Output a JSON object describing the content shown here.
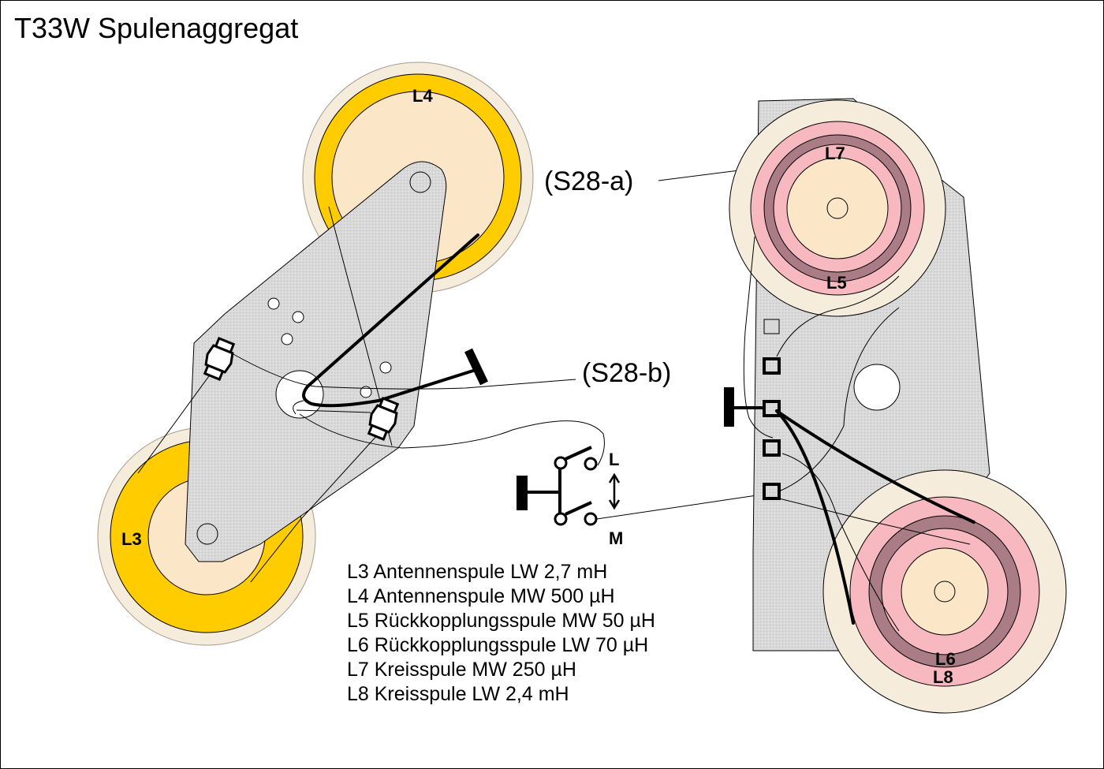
{
  "title": "T33W Spulenaggregat",
  "colors": {
    "coil_outer": "#f6ecdc",
    "coil_yellow": "#ffcc00",
    "coil_core": "#fbe6c8",
    "coil_pink": "#f7b8c0",
    "coil_mauve": "#a97c86",
    "plate": "#d9d9d9",
    "ink": "#000000"
  },
  "coil_labels": {
    "L3": "L3",
    "L4": "L4",
    "L5": "L5",
    "L6": "L6",
    "L7": "L7",
    "L8": "L8"
  },
  "callouts": {
    "s28a": "(S28-a)",
    "s28b": "(S28-b)"
  },
  "switch": {
    "pos_L": "L",
    "pos_M": "M",
    "arrow": "↕"
  },
  "legend": [
    "L3 Antennenspule LW 2,7 mH",
    "L4 Antennenspule MW 500 µH",
    "L5 Rückkopplungsspule MW 50 µH",
    "L6 Rückkopplungsspule LW 70 µH",
    "L7 Kreisspule MW 250 µH",
    "L8 Kreisspule LW 2,4 mH"
  ]
}
